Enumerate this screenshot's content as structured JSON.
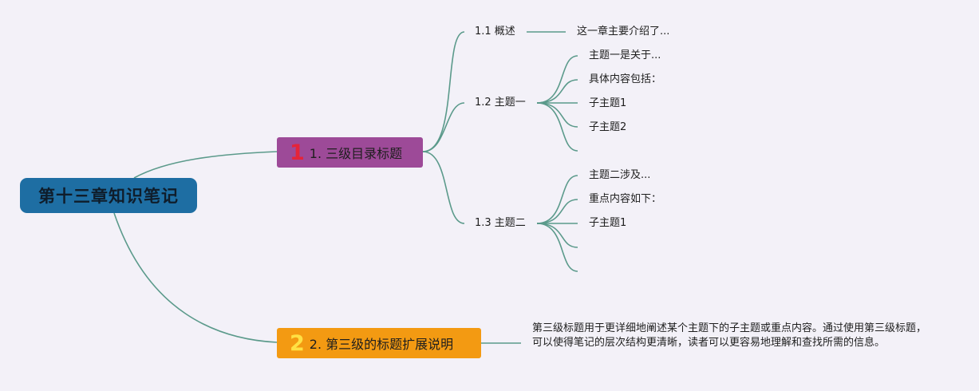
{
  "root": {
    "title": "第十三章知识笔记"
  },
  "branches": [
    {
      "number": "1",
      "label": "1. 三级目录标题",
      "color": "#9d4a98",
      "number_color": "#e5243a"
    },
    {
      "number": "2",
      "label": "2. 第三级的标题扩展说明",
      "color": "#f39a12",
      "number_color": "#ffe043"
    }
  ],
  "subtopics": [
    {
      "label": "1.1 概述",
      "children": [
        "这一章主要介绍了..."
      ]
    },
    {
      "label": "1.2 主题一",
      "children": [
        "主题一是关于...",
        "具体内容包括：",
        "子主题1",
        "子主题2",
        ""
      ]
    },
    {
      "label": "1.3 主题二",
      "children": [
        "主题二涉及...",
        "重点内容如下：",
        "子主题1",
        "",
        ""
      ]
    }
  ],
  "explanation": "第三级标题用于更详细地阐述某个主题下的子主题或重点内容。通过使用第三级标题，可以使得笔记的层次结构更清晰，读者可以更容易地理解和查找所需的信息。",
  "colors": {
    "background": "#f3f1f8",
    "connector": "#5b9a8b",
    "root": "#1e6ea3"
  }
}
